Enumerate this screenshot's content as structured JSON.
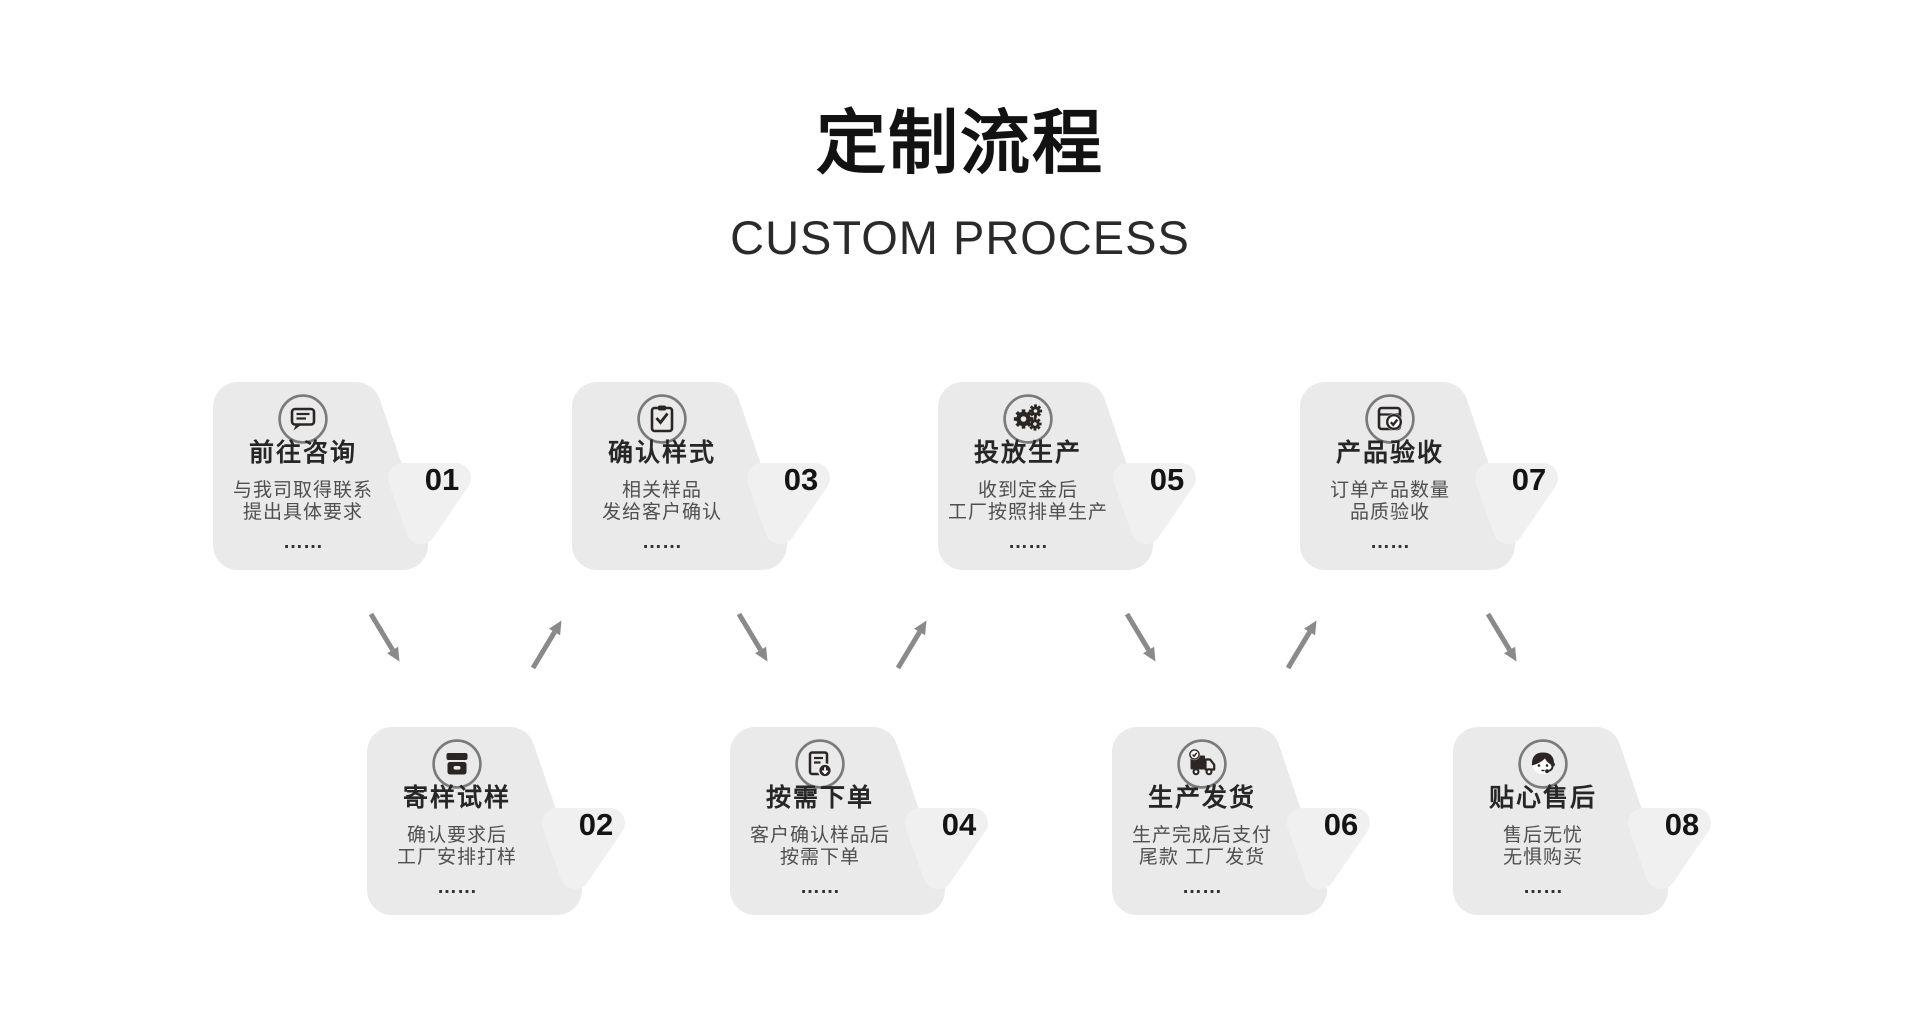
{
  "header": {
    "title": "定制流程",
    "subtitle": "CUSTOM PROCESS"
  },
  "steps": [
    {
      "number": "01",
      "title": "前往咨询",
      "icon": "chat-bubble-icon",
      "lines": [
        "与我司取得联系",
        "提出具体要求"
      ],
      "ellipsis": "……"
    },
    {
      "number": "02",
      "title": "寄样试样",
      "icon": "sample-box-icon",
      "lines": [
        "确认要求后",
        "工厂安排打样"
      ],
      "ellipsis": "……"
    },
    {
      "number": "03",
      "title": "确认样式",
      "icon": "clipboard-check-icon",
      "lines": [
        "相关样品",
        "发给客户确认"
      ],
      "ellipsis": "……"
    },
    {
      "number": "04",
      "title": "按需下单",
      "icon": "order-download-icon",
      "lines": [
        "客户确认样品后",
        "按需下单"
      ],
      "ellipsis": "……"
    },
    {
      "number": "05",
      "title": "投放生产",
      "icon": "gears-icon",
      "lines": [
        "收到定金后",
        "工厂按照排单生产"
      ],
      "ellipsis": "……"
    },
    {
      "number": "06",
      "title": "生产发货",
      "icon": "delivery-truck-icon",
      "lines": [
        "生产完成后支付",
        "尾款 工厂发货"
      ],
      "ellipsis": "……"
    },
    {
      "number": "07",
      "title": "产品验收",
      "icon": "product-inspection-icon",
      "lines": [
        "订单产品数量",
        "品质验收"
      ],
      "ellipsis": "……"
    },
    {
      "number": "08",
      "title": "贴心售后",
      "icon": "customer-service-icon",
      "lines": [
        "售后无忧",
        "无惧购买"
      ],
      "ellipsis": "……"
    }
  ],
  "flow": {
    "arrow_directions": [
      "down",
      "up",
      "down",
      "up",
      "down",
      "up",
      "down"
    ]
  },
  "colors": {
    "background": "#ffffff",
    "card_bg": "#eaeaea",
    "badge_bg": "#f0f0f0",
    "arrow": "#8a8a8a",
    "icon_ring": "#7a7a7a",
    "icon_glyph": "#2b2623",
    "title_text": "#121212",
    "step_title_text": "#262626",
    "desc_text": "#4f4f4f",
    "number_text": "#141414"
  }
}
